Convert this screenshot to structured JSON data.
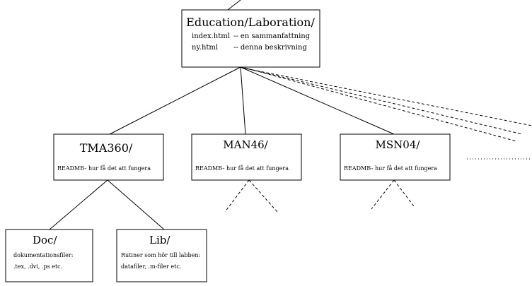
{
  "root": {
    "title": "Education/Laboration/",
    "lines": [
      {
        "file": "index.html",
        "desc": "-- en sammanfattning"
      },
      {
        "file": "ny.html",
        "desc": "-- denna beskrivning"
      }
    ]
  },
  "courses": [
    {
      "title": "TMA360/",
      "readme": "README",
      "desc": "-- hur få det att fungera"
    },
    {
      "title": "MAN46/",
      "readme": "README",
      "desc": "-- hur få det att fungera"
    },
    {
      "title": "MSN04/",
      "readme": "README",
      "desc": "-- hur få det att fungera"
    }
  ],
  "subdirs": [
    {
      "title": "Doc/",
      "lines": [
        "dokumentationsfiler:",
        ".tex, .dvi, .ps etc."
      ]
    },
    {
      "title": "Lib/",
      "lines": [
        "Rutiner som hör till labben:",
        "datafiler, .m-filer etc."
      ]
    }
  ]
}
